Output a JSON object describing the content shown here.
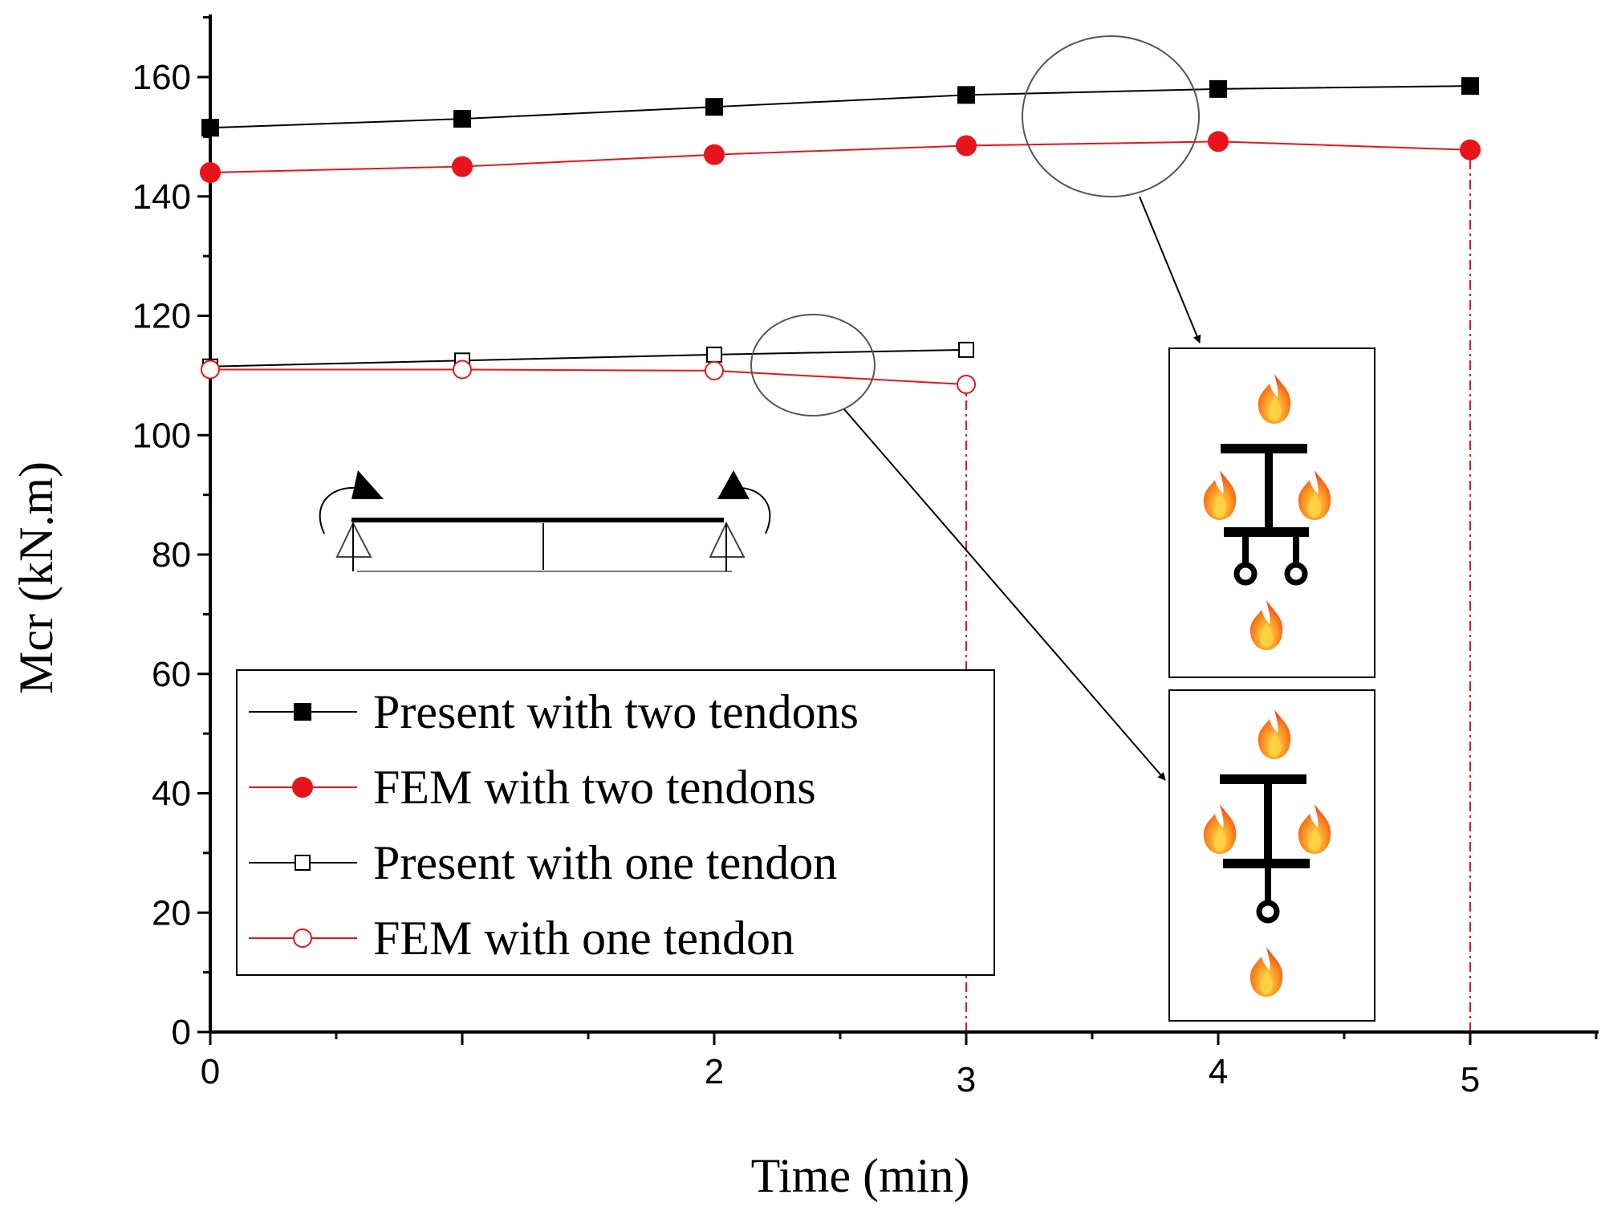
{
  "chart_data": {
    "type": "line",
    "title": "",
    "xlabel": "Time (min)",
    "ylabel": "Mcr (kN.m)",
    "xlim": [
      0,
      5.5
    ],
    "ylim": [
      0,
      170
    ],
    "x_ticks": [
      {
        "value": 0,
        "label": "0",
        "color": "#000000"
      },
      {
        "value": 2,
        "label": "2",
        "color": "#000000"
      },
      {
        "value": 3,
        "label": "3",
        "color": "#e8141b"
      },
      {
        "value": 4,
        "label": "4",
        "color": "#000000"
      },
      {
        "value": 5,
        "label": "5",
        "color": "#e8141b"
      }
    ],
    "y_ticks": [
      0,
      20,
      40,
      60,
      80,
      100,
      120,
      140,
      160
    ],
    "grid": false,
    "legend_position": "bottom-left",
    "series": [
      {
        "name": "Present with two tendons",
        "color": "#000000",
        "marker": "square-filled",
        "x": [
          0,
          1,
          2,
          3,
          4,
          5
        ],
        "y": [
          151.5,
          153,
          155,
          157,
          158,
          158.5
        ]
      },
      {
        "name": "FEM with two tendons",
        "color": "#e8141b",
        "marker": "circle-filled",
        "x": [
          0,
          1,
          2,
          3,
          4,
          5
        ],
        "y": [
          144,
          145,
          147,
          148.5,
          149.2,
          147.8
        ]
      },
      {
        "name": "Present with one tendon",
        "color": "#000000",
        "marker": "square-open",
        "x": [
          0,
          1,
          2,
          3
        ],
        "y": [
          111.5,
          112.5,
          113.5,
          114.3
        ]
      },
      {
        "name": "FEM with one tendon",
        "color": "#e8141b",
        "marker": "circle-open",
        "x": [
          0,
          1,
          2,
          3
        ],
        "y": [
          111,
          111,
          110.8,
          108.5
        ]
      }
    ],
    "reference_lines": [
      {
        "axis": "x",
        "value": 3,
        "color": "#e8141b",
        "style": "dash-dot"
      },
      {
        "axis": "x",
        "value": 5,
        "color": "#e8141b",
        "style": "dash-dot"
      }
    ],
    "annotations": [
      {
        "type": "callout-ellipse",
        "target_series": "two tendons",
        "target_x": 3.6,
        "inset": "two-tendon-section"
      },
      {
        "type": "callout-ellipse",
        "target_series": "one tendon",
        "target_x": 2.4,
        "inset": "one-tendon-section"
      }
    ],
    "insets": [
      {
        "id": "two-tendon-section",
        "depicts": "T-section with two tendons exposed to fire on all sides",
        "icons": [
          "flame-icon",
          "flame-icon",
          "flame-icon",
          "flame-icon"
        ]
      },
      {
        "id": "one-tendon-section",
        "depicts": "T-section with one tendon exposed to fire on all sides",
        "icons": [
          "flame-icon",
          "flame-icon",
          "flame-icon",
          "flame-icon"
        ]
      },
      {
        "id": "beam-schematic",
        "depicts": "simply supported beam with end moments"
      }
    ]
  }
}
